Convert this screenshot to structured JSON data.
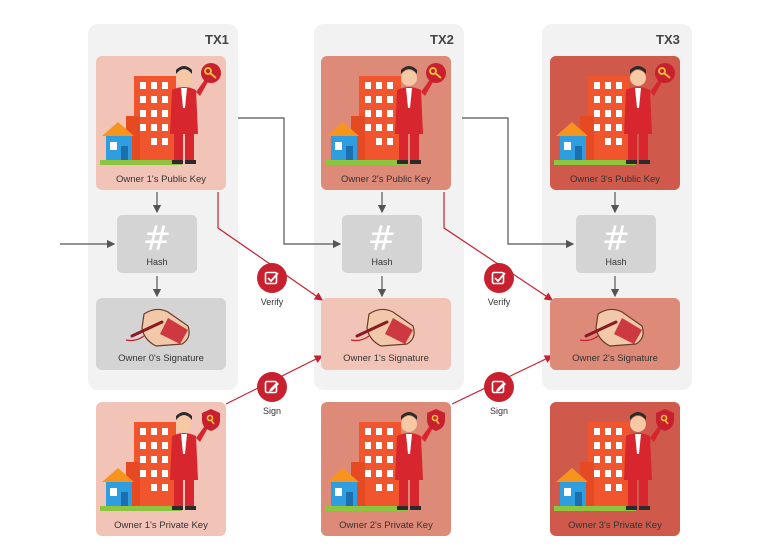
{
  "colors": {
    "tx1_card": "#f2c4b8",
    "tx2_card": "#de8a78",
    "tx3_card": "#cf5a4c",
    "hash_box": "#d4d4d4",
    "panel": "#f2f2f2",
    "badge": "#c8202f",
    "arrow_gray": "#555555",
    "arrow_red": "#c8202f"
  },
  "transactions": [
    {
      "title": "TX1",
      "public_key": "Owner 1's  Public Key",
      "hash": "Hash",
      "signature": "Owner 0's  Signature",
      "private_key": "Owner 1's  Private Key"
    },
    {
      "title": "TX2",
      "public_key": "Owner 2's  Public Key",
      "hash": "Hash",
      "signature": "Owner 1's  Signature",
      "private_key": "Owner 2's  Private Key"
    },
    {
      "title": "TX3",
      "public_key": "Owner 3's  Public Key",
      "hash": "Hash",
      "signature": "Owner 2's  Signature",
      "private_key": "Owner 3's  Private Key"
    }
  ],
  "actions": {
    "verify_1": "Verify",
    "verify_2": "Verify",
    "sign_1": "Sign",
    "sign_2": "Sign"
  },
  "icons": {
    "public_key_badge": "key-icon",
    "private_key_badge": "shield-key-icon",
    "hash_symbol": "#",
    "verify_badge": "checkbox-icon",
    "sign_badge": "pen-icon"
  }
}
